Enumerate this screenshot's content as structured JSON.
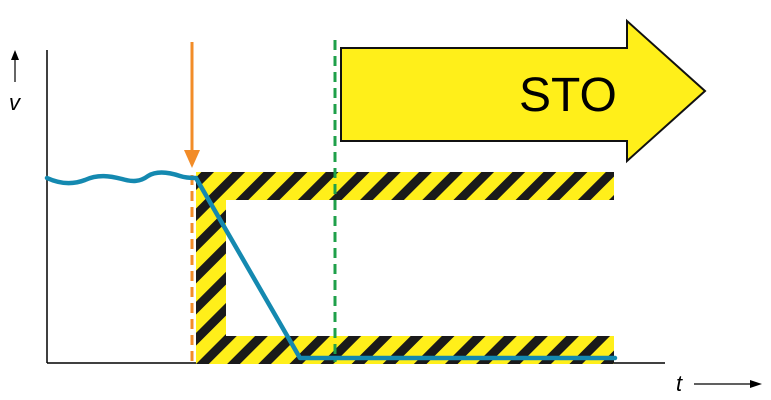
{
  "axes": {
    "y_label": "v",
    "x_label": "t"
  },
  "sto_arrow": {
    "label": "STO"
  },
  "colors": {
    "speed_curve": "#1489b0",
    "stop_request_marker": "#f28c28",
    "sto_activation_marker": "#1fa04a",
    "hazard_yellow": "#ffef1a",
    "hazard_black": "#1a1a1a",
    "arrow_outline": "#111111",
    "axis": "#000000"
  }
}
